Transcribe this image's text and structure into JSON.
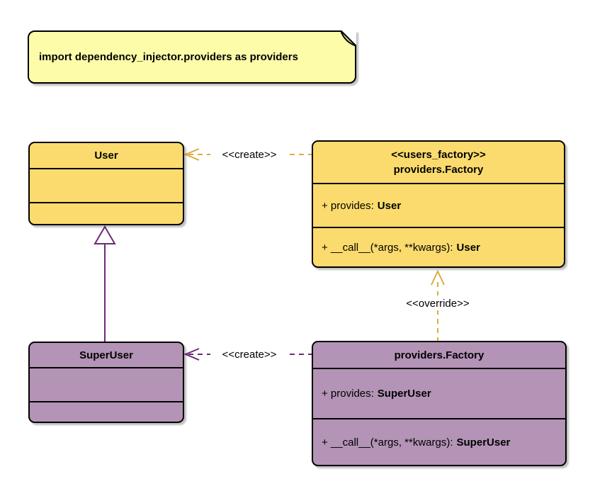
{
  "note": {
    "text": "import dependency_injector.providers as providers"
  },
  "classes": {
    "user": {
      "title": "User"
    },
    "users_factory": {
      "stereotype": "<<users_factory>>",
      "title": "providers.Factory",
      "attribute_label": "+ provides:",
      "attribute_type": "User",
      "method_label": "+ __call__(*args, **kwargs):",
      "method_type": "User"
    },
    "superuser": {
      "title": "SuperUser"
    },
    "superuser_factory": {
      "title": "providers.Factory",
      "attribute_label": "+ provides:",
      "attribute_type": "SuperUser",
      "method_label": "+ __call__(*args, **kwargs):",
      "method_type": "SuperUser"
    }
  },
  "edges": {
    "create_user": {
      "label": "<<create>>"
    },
    "create_superuser": {
      "label": "<<create>>"
    },
    "override": {
      "label": "<<override>>"
    }
  },
  "colors": {
    "user_fill": "#FBDB6D",
    "superuser_fill": "#B393B6",
    "gold_line": "#DCAC3D",
    "purple_line": "#6B2D72",
    "note_fill": "#FDFDA9",
    "note_fold": "#DBDB8D",
    "border": "#000000",
    "canvas": "#FFFFFF"
  }
}
